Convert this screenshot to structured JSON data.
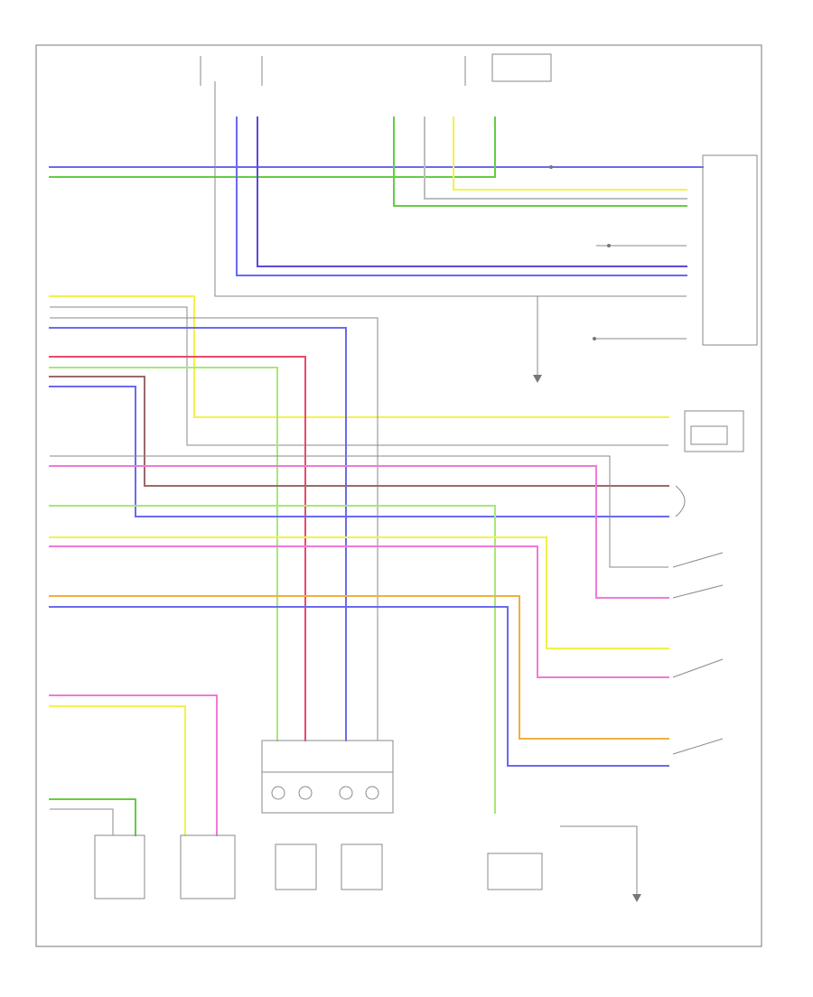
{
  "diagram": {
    "corner_label": "",
    "wire_colors": {
      "yellow": "#f2f24a",
      "green": "#66cc44",
      "blue": "#6a6af0",
      "pink": "#f07ad8",
      "red": "#e84a6a",
      "orange": "#f0b040",
      "lightgreen": "#a8e878",
      "violet": "#5a4ad8",
      "brown": "#9a6a6a",
      "gray": "#bdbdbd"
    },
    "components": [
      {
        "id": "top-left-connector",
        "label": ""
      },
      {
        "id": "top-right-module",
        "label": ""
      },
      {
        "id": "ground-top",
        "label": ""
      },
      {
        "id": "switch-1",
        "label": ""
      },
      {
        "id": "switch-2",
        "label": ""
      },
      {
        "id": "switch-3",
        "label": ""
      },
      {
        "id": "switch-4",
        "label": ""
      },
      {
        "id": "heater-panel",
        "label": ""
      },
      {
        "id": "left-seat",
        "label": ""
      },
      {
        "id": "right-seat",
        "label": ""
      },
      {
        "id": "center-unit",
        "label": ""
      },
      {
        "id": "module-bottom",
        "label": ""
      },
      {
        "id": "ground-bottom",
        "label": ""
      }
    ]
  }
}
